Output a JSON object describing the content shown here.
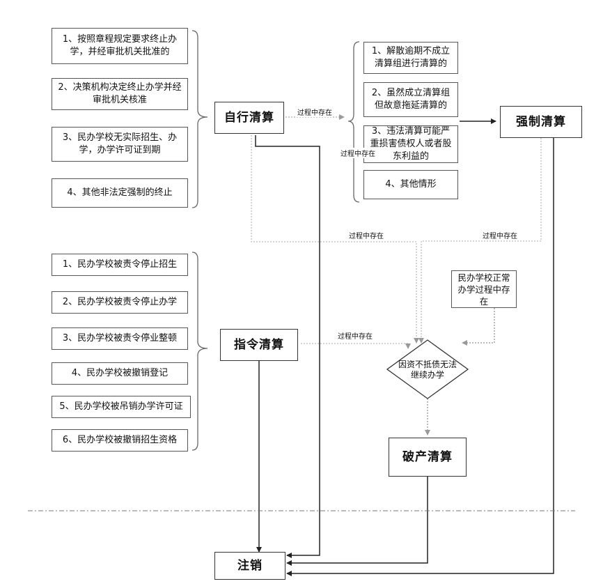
{
  "voluntary_conditions": [
    "1、按照章程规定要求终止办学，并经审批机关批准的",
    "2、决策机构决定终止办学并经审批机关核准",
    "3、民办学校无实际招生、办学，办学许可证到期",
    "4、其他非法定强制的终止"
  ],
  "order_conditions": [
    "1、民办学校被责令停止招生",
    "2、民办学校被责令停止办学",
    "3、民办学校被责令停业整顿",
    "4、民办学校被撤销登记",
    "5、民办学校被吊销办学许可证",
    "6、民办学校被撤销招生资格"
  ],
  "forced_conditions": [
    "1、解散逾期不成立清算组进行清算的",
    "2、虽然成立清算组但故意拖延清算的",
    "3、违法清算可能严重损害债权人或者股东利益的",
    "4、其他情形"
  ],
  "nodes": {
    "voluntary": "自行清算",
    "order": "指令清算",
    "forced": "强制清算",
    "bankruptcy": "破产清算",
    "cancel": "注销",
    "normal_operation": "民办学校正常办学过程中存在",
    "decision": "因资不抵债无法继续办学"
  },
  "edge_labels": {
    "voluntary_to_forced": "过程中存在",
    "forced_item3_overlay": "过程中存在",
    "voluntary_to_decision": "过程中存在",
    "forced_to_decision": "过程中存在",
    "order_to_decision": "过程中存在"
  }
}
